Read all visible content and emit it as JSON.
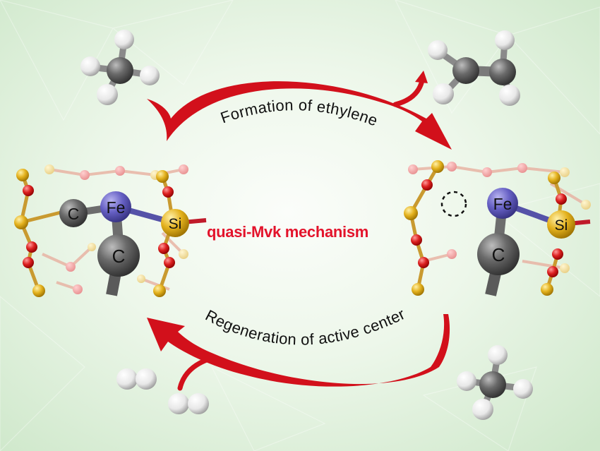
{
  "diagram": {
    "top_arrow_label": "Formation of ethylene",
    "bottom_arrow_label": "Regeneration of active center",
    "mechanism_label": "quasi-Mvk mechanism"
  },
  "atoms": {
    "carbon": "C",
    "iron": "Fe",
    "silicon": "Si"
  },
  "colors": {
    "arrow_red": "#d2101b",
    "mechanism_text": "#e3132b",
    "background": "#dcefd8",
    "carbon": "#4e4e4e",
    "iron": "#5e58b4",
    "silicon": "#e2b11c",
    "oxygen": "#d81e1e",
    "hydrogen": "#f3f3f3"
  }
}
